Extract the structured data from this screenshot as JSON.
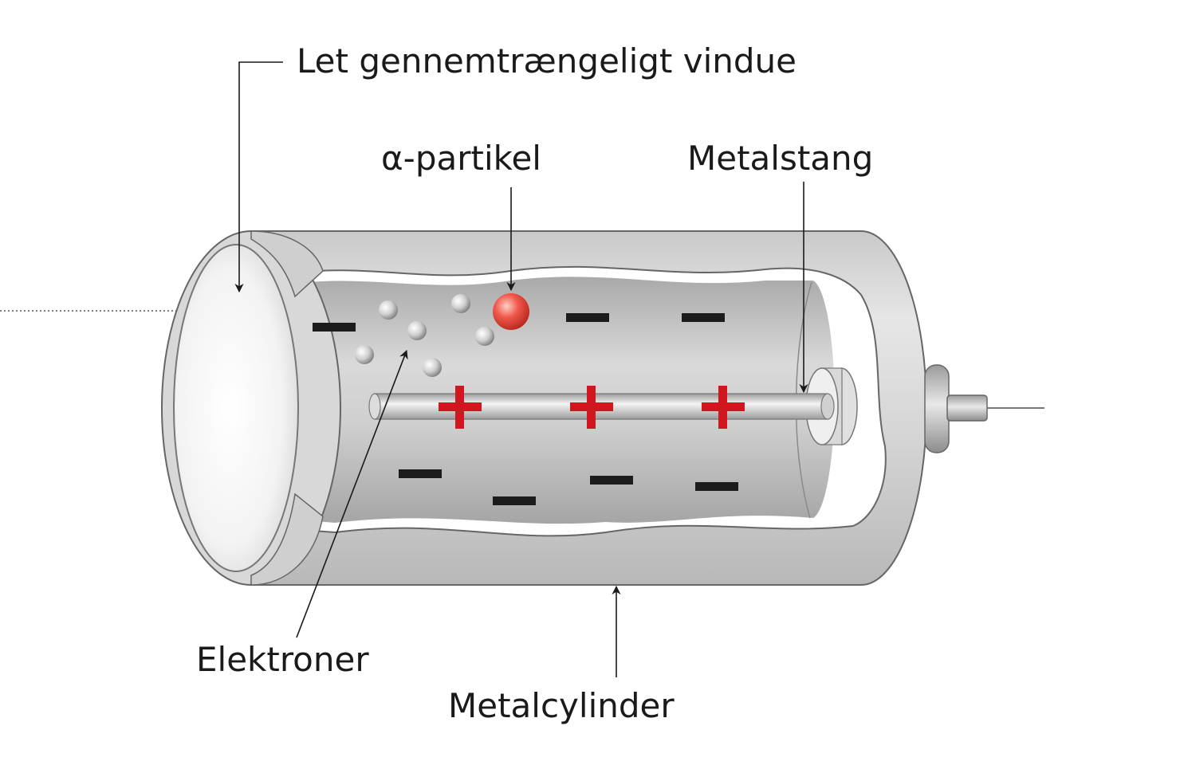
{
  "labels": {
    "window": "Let gennemtrængeligt vindue",
    "alpha": "α-partikel",
    "rod": "Metalstang",
    "electrons": "Elektroner",
    "cylinder": "Metalcylinder"
  },
  "charges": {
    "plus_symbol": "+",
    "minus_symbol": "−",
    "plus_count": 3,
    "minus_count": 7
  },
  "colors": {
    "plus": "#d0161f",
    "minus": "#1c1c1c",
    "alpha_particle": "#e23b2e",
    "cylinder_body": "#d6d6d6",
    "interior": "#bdbdbd"
  }
}
